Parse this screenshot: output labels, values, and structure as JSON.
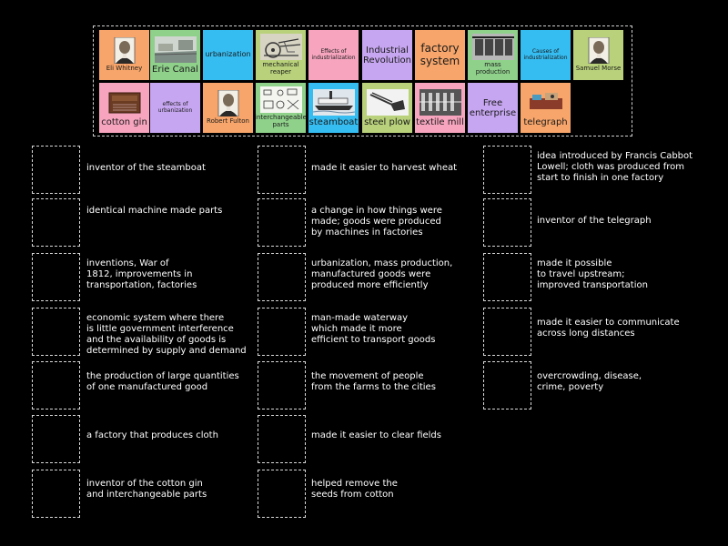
{
  "bank": {
    "tiles": [
      {
        "label": "Eli Whitney",
        "bg": "#f7a56a",
        "icon": "portrait-icon"
      },
      {
        "label": "Erie Canal",
        "bg": "#8fd18b",
        "icon": "canal-icon"
      },
      {
        "label": "urbanization",
        "bg": "#35bdf2",
        "icon": ""
      },
      {
        "label": "mechanical reaper",
        "bg": "#b8d17a",
        "icon": "reaper-icon"
      },
      {
        "label": "Effects of industrialization",
        "bg": "#f7a5bf",
        "icon": ""
      },
      {
        "label": "Industrial Revolution",
        "bg": "#c6a6f0",
        "icon": ""
      },
      {
        "label": "factory system",
        "bg": "#f7a56a",
        "icon": ""
      },
      {
        "label": "mass production",
        "bg": "#8fd18b",
        "icon": "machines-icon"
      },
      {
        "label": "Causes of industrialization",
        "bg": "#35bdf2",
        "icon": ""
      },
      {
        "label": "Samuel Morse",
        "bg": "#b8d17a",
        "icon": "portrait-icon"
      },
      {
        "label": "cotton gin",
        "bg": "#f7a5bf",
        "icon": "cotton-gin-icon"
      },
      {
        "label": "effects of urbanization",
        "bg": "#c6a6f0",
        "icon": ""
      },
      {
        "label": "Robert Fulton",
        "bg": "#f7a56a",
        "icon": "portrait-icon"
      },
      {
        "label": "interchangeable parts",
        "bg": "#8fd18b",
        "icon": "parts-diagram-icon"
      },
      {
        "label": "steamboat",
        "bg": "#35bdf2",
        "icon": "steamboat-icon"
      },
      {
        "label": "steel plow",
        "bg": "#b8d17a",
        "icon": "plow-icon"
      },
      {
        "label": "textile mill",
        "bg": "#f7a5bf",
        "icon": "mill-icon"
      },
      {
        "label": "Free enterprise",
        "bg": "#c6a6f0",
        "icon": ""
      },
      {
        "label": "telegraph",
        "bg": "#f7a56a",
        "icon": "telegraph-icon"
      }
    ]
  },
  "clues": {
    "col1": [
      "inventor of the steamboat",
      "identical machine made parts",
      "inventions, War of\n1812, improvements in\ntransportation, factories",
      "economic system where there\nis little government interference\nand the availability of goods is\ndetermined by supply and demand",
      "the production of large quantities\nof one manufactured good",
      "a factory that produces cloth",
      "inventor of the cotton gin\nand interchangeable parts"
    ],
    "col2": [
      "made it easier to harvest wheat",
      "a change in how things were\nmade; goods were produced\nby machines in factories",
      "urbanization, mass production,\nmanufactured goods were\nproduced more efficiently",
      "man-made waterway\nwhich made it more\nefficient to transport goods",
      "the movement of people\nfrom the farms to the cities",
      "made it easier to clear fields",
      "helped remove the\nseeds from cotton"
    ],
    "col3": [
      "idea introduced by Francis Cabbot\nLowell; cloth was produced from\nstart to finish in one factory",
      "inventor of the telegraph",
      "made it possible\nto travel upstream;\nimproved transportation",
      "made it easier to communicate\nacross long distances",
      "overcrowding, disease,\ncrime, poverty"
    ]
  }
}
